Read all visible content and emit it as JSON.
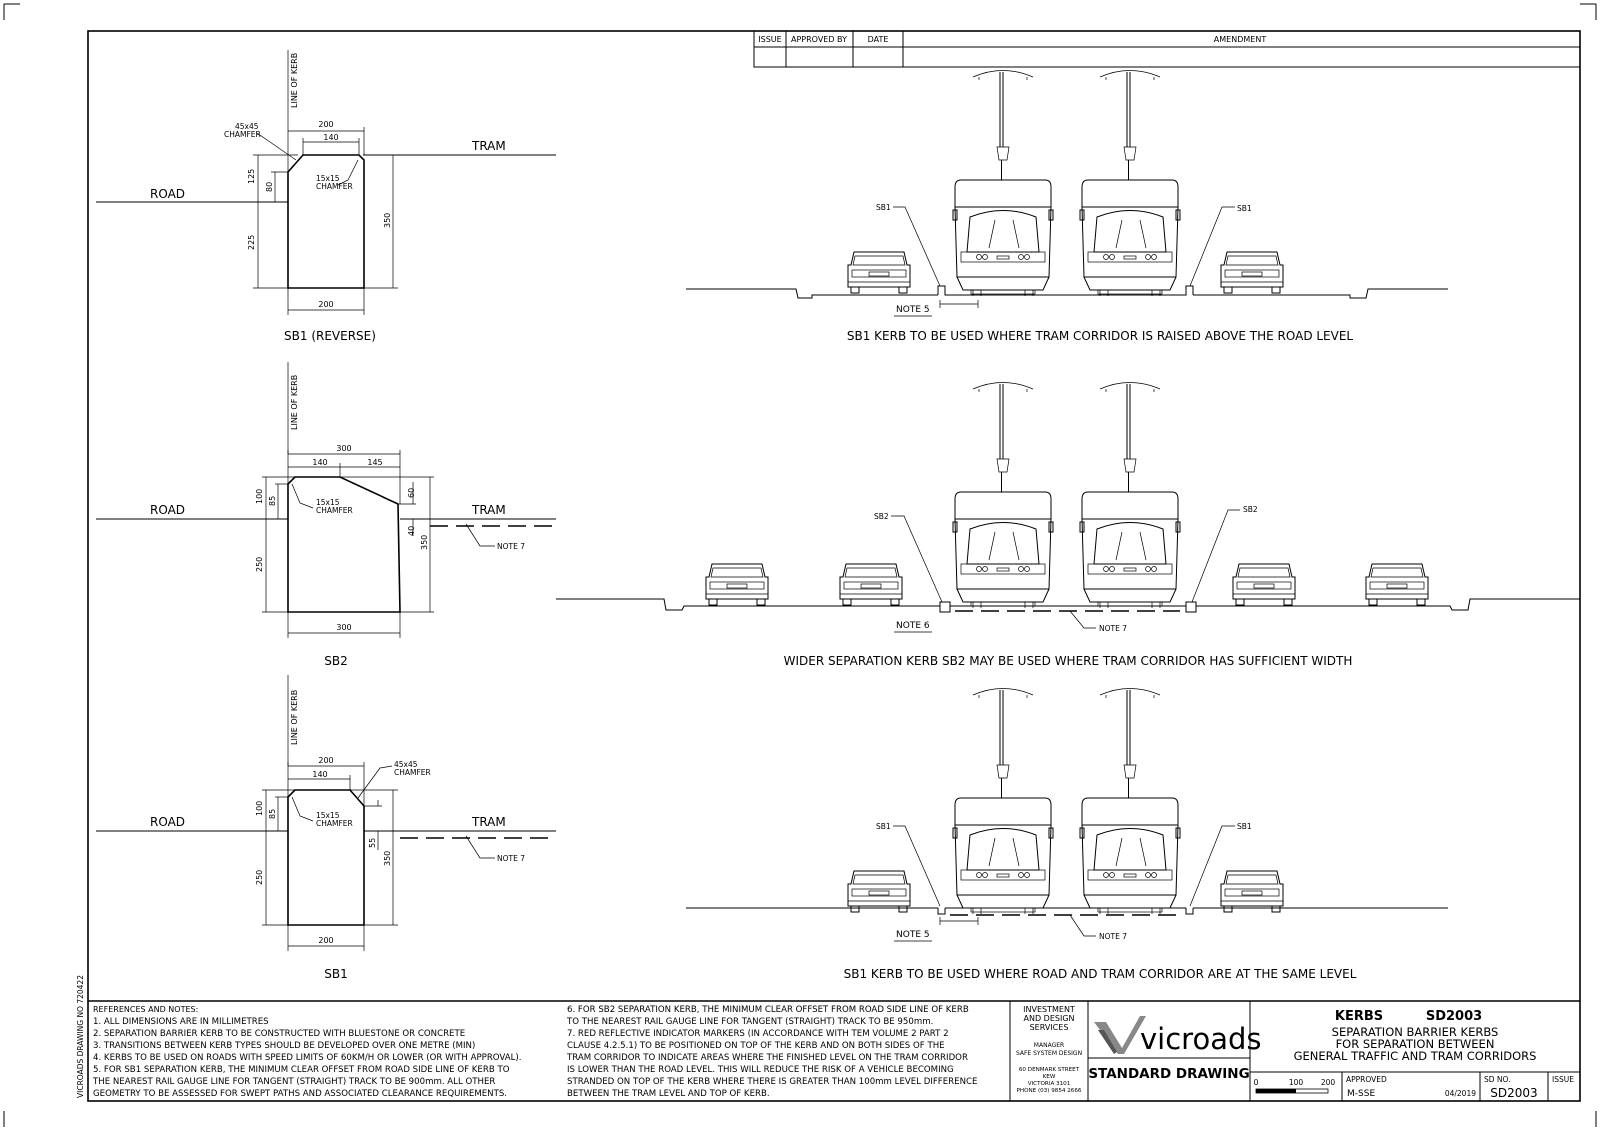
{
  "title_block": {
    "rev_headers": [
      "ISSUE",
      "APPROVED BY",
      "DATE",
      "AMENDMENT"
    ],
    "dept": [
      "INVESTMENT",
      "AND DESIGN",
      "SERVICES"
    ],
    "manager": [
      "MANAGER",
      "SAFE SYSTEM DESIGN"
    ],
    "address": [
      "60 DENMARK STREET",
      "KEW",
      "VICTORIA 3101",
      "PHONE (03) 9854 2666"
    ],
    "logo_text": "vicroads",
    "standard_drawing": "STANDARD DRAWING",
    "drawing_label": "KERBS",
    "drawing_code": "SD2003",
    "drawing_title": [
      "SEPARATION BARRIER KERBS",
      "FOR SEPARATION BETWEEN",
      "GENERAL TRAFFIC AND TRAM CORRIDORS"
    ],
    "scale_marks": [
      "0",
      "100",
      "200"
    ],
    "approved_label": "APPROVED",
    "approved_value": "M-SSE",
    "date_value": "04/2019",
    "sd_no_label": "SD NO.",
    "sd_no_value": "SD2003",
    "issue_label": "ISSUE",
    "side_label": "VICROADS DRAWING NO 720422"
  },
  "notes": {
    "heading": "REFERENCES AND NOTES:",
    "left": [
      "1. ALL DIMENSIONS ARE IN MILLIMETRES",
      "2. SEPARATION BARRIER KERB TO BE CONSTRUCTED WITH BLUESTONE OR CONCRETE",
      "3. TRANSITIONS BETWEEN KERB TYPES SHOULD BE DEVELOPED OVER ONE METRE (MIN)",
      "4. KERBS TO BE USED ON ROADS WITH SPEED LIMITS OF 60KM/H OR LOWER (OR WITH APPROVAL).",
      "5. FOR SB1 SEPARATION KERB, THE MINIMUM CLEAR OFFSET FROM ROAD SIDE LINE OF KERB TO",
      "    THE NEAREST RAIL GAUGE LINE FOR TANGENT (STRAIGHT) TRACK TO BE 900mm. ALL OTHER",
      "    GEOMETRY TO BE ASSESSED FOR SWEPT PATHS AND ASSOCIATED CLEARANCE REQUIREMENTS."
    ],
    "right": [
      "6. FOR SB2 SEPARATION KERB, THE MINIMUM CLEAR OFFSET FROM ROAD SIDE LINE OF KERB",
      "    TO THE NEAREST RAIL GAUGE LINE FOR TANGENT (STRAIGHT) TRACK TO BE 950mm.",
      "7. RED REFLECTIVE INDICATOR MARKERS (IN ACCORDANCE WITH TEM VOLUME 2 PART 2",
      "    CLAUSE 4.2.5.1) TO BE POSITIONED ON TOP OF THE KERB AND ON BOTH SIDES OF THE",
      "    TRAM CORRIDOR TO INDICATE AREAS WHERE THE FINISHED LEVEL ON THE TRAM CORRIDOR",
      "    IS LOWER THAN THE ROAD LEVEL. THIS WILL REDUCE THE RISK OF A  VEHICLE BECOMING",
      "    STRANDED ON TOP OF THE KERB WHERE THERE IS GREATER THAN 100mm LEVEL DIFFERENCE",
      "    BETWEEN THE TRAM LEVEL AND TOP OF KERB."
    ]
  },
  "details": {
    "road": "ROAD",
    "tram": "TRAM",
    "line_of_kerb": "LINE OF KERB",
    "chamfer45": [
      "45x45",
      "CHAMFER"
    ],
    "chamfer15": [
      "15x15",
      "CHAMFER"
    ],
    "note7": "NOTE 7",
    "sb1r": {
      "caption": "SB1 (REVERSE)",
      "d_top": "200",
      "d_top_inner": "140",
      "d_left_upper": "125",
      "d_left_inner": "80",
      "d_left_lower": "225",
      "d_right": "350",
      "d_bottom": "200"
    },
    "sb2": {
      "caption": "SB2",
      "d_top": "300",
      "d_top_a": "140",
      "d_top_b": "145",
      "d_left_upper": "100",
      "d_left_inner": "85",
      "d_left_lower": "250",
      "d_right": "350",
      "d_slope": "60",
      "d_right_inner": "40",
      "d_bottom": "300"
    },
    "sb1": {
      "caption": "SB1",
      "d_top": "200",
      "d_top_inner": "140",
      "d_left_upper": "100",
      "d_left_inner": "85",
      "d_left_lower": "250",
      "d_right": "350",
      "d_right_inner": "55",
      "d_bottom": "200"
    }
  },
  "sections": [
    {
      "caption": "SB1 KERB TO BE USED WHERE TRAM CORRIDOR IS RAISED ABOVE THE ROAD LEVEL",
      "left_label": "SB1",
      "right_label": "SB1",
      "note": "NOTE 5",
      "note7": ""
    },
    {
      "caption": "WIDER SEPARATION KERB SB2 MAY BE USED WHERE TRAM CORRIDOR HAS SUFFICIENT WIDTH",
      "left_label": "SB2",
      "right_label": "SB2",
      "note": "NOTE 6",
      "note7": "NOTE 7"
    },
    {
      "caption": "SB1 KERB TO BE USED WHERE ROAD AND TRAM CORRIDOR ARE AT THE SAME LEVEL",
      "left_label": "SB1",
      "right_label": "SB1",
      "note": "NOTE 5",
      "note7": "NOTE 7"
    }
  ]
}
